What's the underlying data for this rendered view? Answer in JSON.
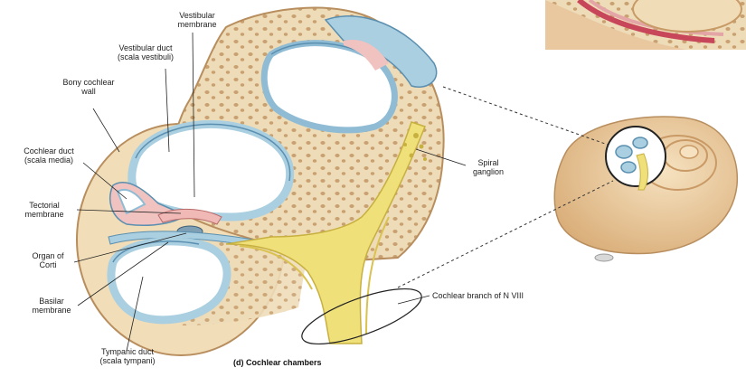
{
  "labels": {
    "vestibular_membrane": "Vestibular\nmembrane",
    "vestibular_duct": "Vestibular duct\n(scala vestibuli)",
    "bony_cochlear_wall": "Bony cochlear\nwall",
    "cochlear_duct": "Cochlear duct\n(scala media)",
    "tectorial_membrane": "Tectorial\nmembrane",
    "organ_of_corti": "Organ of\nCorti",
    "basilar_membrane": "Basilar\nmembrane",
    "tympanic_duct": "Tympanic duct\n(scala tympani)",
    "spiral_ganglion": "Spiral\nganglion",
    "cochlear_branch": "Cochlear branch of N VIII"
  },
  "caption": "(d) Cochlear chambers",
  "colors": {
    "bone": "#eedcb8",
    "bone_pore": "#c9a070",
    "duct_blue": "#a9cfe0",
    "duct_edge": "#5b8fb0",
    "membrane_pink": "#f0c2c0",
    "nerve_yellow": "#efe07a",
    "shell": "#e7c79a"
  }
}
